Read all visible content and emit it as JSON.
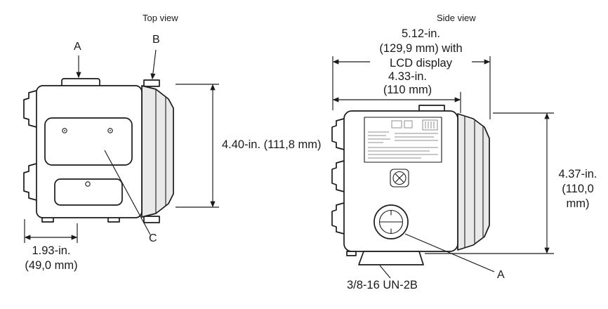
{
  "diagram": {
    "top_view": {
      "title": "Top view",
      "callout_a": "A",
      "callout_b": "B",
      "callout_c": "C",
      "dim_height": "4.40-in. (111,8 mm)",
      "dim_flange_width_in": "1.93-in.",
      "dim_flange_width_mm": "(49,0 mm)"
    },
    "side_view": {
      "title": "Side view",
      "dim_lcd_width_in": "5.12-in.",
      "dim_lcd_width_mm": "(129,9 mm) with",
      "dim_lcd_width_note": "LCD display",
      "dim_body_width_in": "4.33-in.",
      "dim_body_width_mm": "(110 mm)",
      "dim_height_in": "4.37-in.",
      "dim_height_mm": "(110,0 mm)",
      "thread_spec": "3/8-16 UN-2B",
      "callout_a": "A"
    },
    "colors": {
      "line": "#1a1a1a",
      "shade": "#e9e9e9"
    }
  }
}
